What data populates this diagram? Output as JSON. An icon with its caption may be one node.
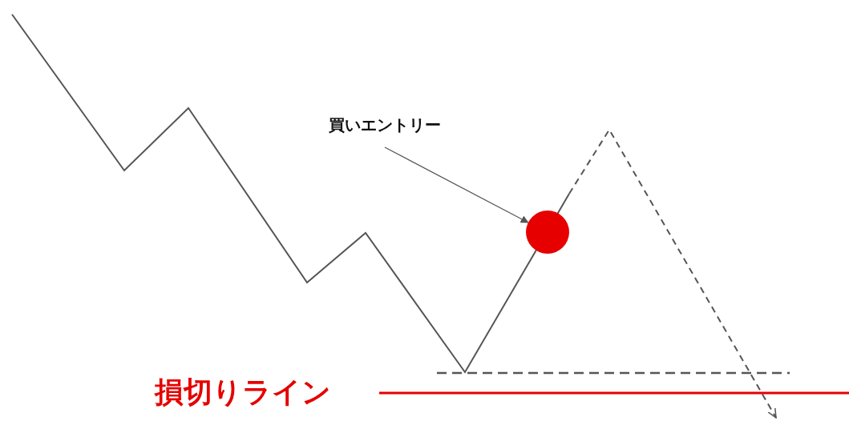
{
  "diagram": {
    "nodes": [
      {
        "text": [
          "買いエントリー"
        ]
      },
      {
        "text": [],
        "shape": "circle"
      }
    ],
    "edges": [
      {
        "from": 0,
        "to": 1,
        "arrow": "to"
      }
    ],
    "labels": [
      "損切りライン"
    ]
  }
}
